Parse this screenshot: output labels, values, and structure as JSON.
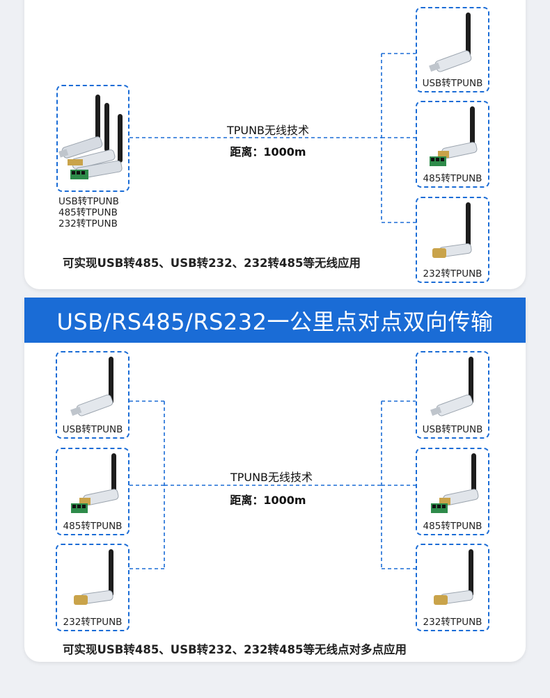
{
  "top_section": {
    "link_title": "TPUNB无线技术",
    "distance": "距离：1000m",
    "left_labels": [
      "USB转TPUNB",
      "485转TPUNB",
      "232转TPUNB"
    ],
    "right_devices": [
      "USB转TPUNB",
      "485转TPUNB",
      "232转TPUNB"
    ],
    "caption": "可实现USB转485、USB转232、232转485等无线应用"
  },
  "banner": {
    "title": "USB/RS485/RS232一公里点对点双向传输"
  },
  "bottom_section": {
    "link_title": "TPUNB无线技术",
    "distance": "距离：1000m",
    "left_devices": [
      "USB转TPUNB",
      "485转TPUNB",
      "232转TPUNB"
    ],
    "right_devices": [
      "USB转TPUNB",
      "485转TPUNB",
      "232转TPUNB"
    ],
    "caption": "可实现USB转485、USB转232、232转485等无线点对多点应用"
  },
  "colors": {
    "accent": "#1a6cd6",
    "terminal_green": "#2e8b4a",
    "connector_gold": "#c9a34a"
  }
}
